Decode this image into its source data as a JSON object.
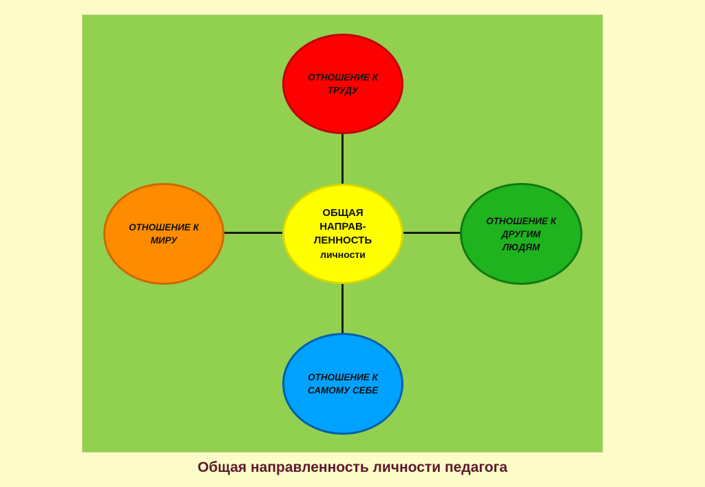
{
  "center": {
    "line1": "ОБЩАЯ",
    "line2": "НАПРАВ-",
    "line3": "ЛЕННОСТЬ",
    "line4": "личности",
    "color": "#ffff00"
  },
  "nodes": {
    "top": {
      "line1": "ОТНОШЕНИЕ К",
      "line2": "ТРУДУ",
      "color": "#ff0000"
    },
    "left": {
      "line1": "ОТНОШЕНИЕ К",
      "line2": "МИРУ",
      "color": "#ff8c00"
    },
    "right": {
      "line1": "ОТНОШЕНИЕ К",
      "line2": "ДРУГИМ",
      "line3": "ЛЮДЯМ",
      "color": "#1fb31f"
    },
    "bottom": {
      "line1": "ОТНОШЕНИЕ К",
      "line2": "САМОМУ СЕБЕ",
      "color": "#00a2ff"
    }
  },
  "caption": "Общая направленность личности педагога",
  "colors": {
    "page_background": "#fdfbc8",
    "panel_background": "#92d050",
    "caption_text": "#5b1a2c"
  }
}
